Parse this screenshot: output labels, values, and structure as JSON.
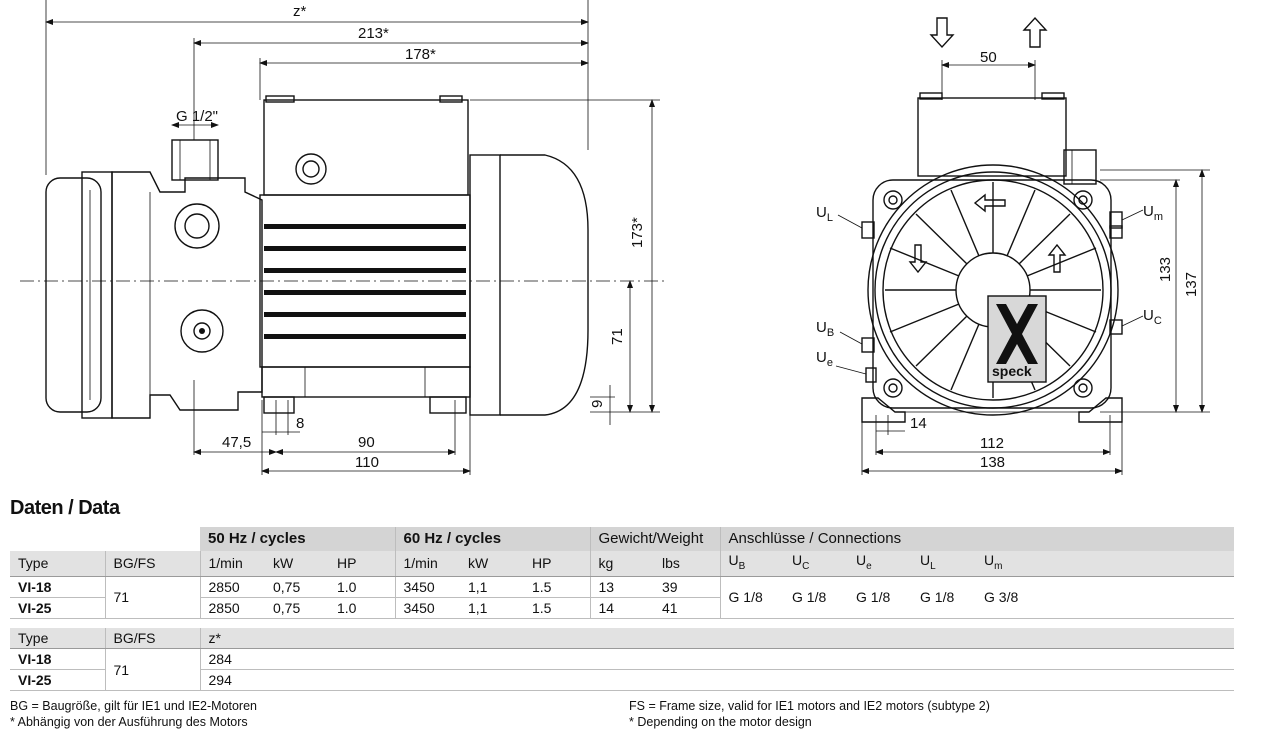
{
  "drawing": {
    "dims": {
      "z": "z*",
      "d213": "213*",
      "d178": "178*",
      "thread": "G 1/2\"",
      "d173": "173*",
      "d71": "71",
      "d9": "9",
      "d8": "8",
      "d47_5": "47,5",
      "d90": "90",
      "d110": "110",
      "d50": "50",
      "d133": "133",
      "d137": "137",
      "d14": "14",
      "d112": "112",
      "d138": "138"
    },
    "ports": {
      "UL": "L",
      "UB": "B",
      "Ue": "e",
      "Um": "m",
      "UC": "C",
      "U": "U"
    },
    "brand": "speck"
  },
  "section_title": "Daten / Data",
  "table1": {
    "group_headers": [
      "50 Hz / cycles",
      "60 Hz / cycles",
      "Gewicht/Weight",
      "Anschlüsse / Connections"
    ],
    "columns": [
      "Type",
      "BG/FS",
      "1/min",
      "kW",
      "HP",
      "1/min",
      "kW",
      "HP",
      "kg",
      "lbs"
    ],
    "conn_columns": [
      {
        "base": "U",
        "sub": "B"
      },
      {
        "base": "U",
        "sub": "C"
      },
      {
        "base": "U",
        "sub": "e"
      },
      {
        "base": "U",
        "sub": "L"
      },
      {
        "base": "U",
        "sub": "m"
      }
    ],
    "bgfs": "71",
    "rows": [
      {
        "type": "VI-18",
        "rpm50": "2850",
        "kw50": "0,75",
        "hp50": "1.0",
        "rpm60": "3450",
        "kw60": "1,1",
        "hp60": "1.5",
        "kg": "13",
        "lbs": "39"
      },
      {
        "type": "VI-25",
        "rpm50": "2850",
        "kw50": "0,75",
        "hp50": "1.0",
        "rpm60": "3450",
        "kw60": "1,1",
        "hp60": "1.5",
        "kg": "14",
        "lbs": "41"
      }
    ],
    "connections": [
      "G 1/8",
      "G 1/8",
      "G 1/8",
      "G 1/8",
      "G 3/8"
    ]
  },
  "table2": {
    "columns": [
      "Type",
      "BG/FS",
      "z*"
    ],
    "bgfs": "71",
    "rows": [
      {
        "type": "VI-18",
        "z": "284"
      },
      {
        "type": "VI-25",
        "z": "294"
      }
    ]
  },
  "notes": {
    "left1": "BG = Baugröße, gilt für IE1 und IE2-Motoren",
    "left2": "* Abhängig von der Ausführung des Motors",
    "right1": "FS = Frame size, valid for IE1 motors and IE2 motors (subtype 2)",
    "right2": "* Depending on the motor design"
  }
}
